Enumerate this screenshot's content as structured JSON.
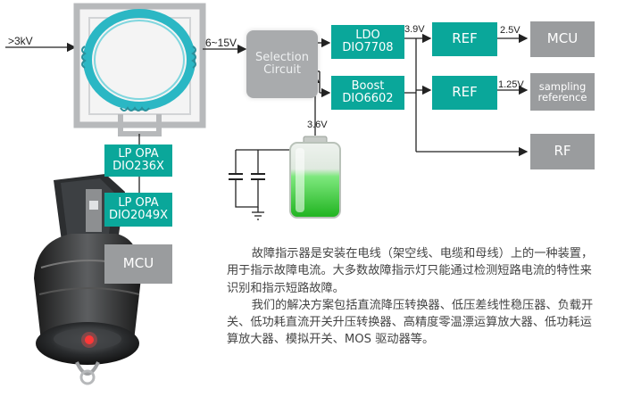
{
  "input_label": ">3kV",
  "voltage_6_15": "6~15V",
  "selection_circuit": {
    "line1": "Selection",
    "line2": "Circuit"
  },
  "ldo": {
    "line1": "LDO",
    "line2": "DIO7708"
  },
  "boost": {
    "line1": "Boost",
    "line2": "DIO6602"
  },
  "voltage_3_9": "3.9V",
  "voltage_2_5": "2.5V",
  "voltage_1_25": "1.25V",
  "voltage_3_6": "3.6V",
  "ref_top": "REF",
  "ref_mid": "REF",
  "mcu_top": "MCU",
  "sampling_reference": {
    "line1": "sampling",
    "line2": "reference"
  },
  "rf": "RF",
  "lp_opa_1": {
    "line1": "LP OPA",
    "line2": "DIO236X"
  },
  "lp_opa_2": {
    "line1": "LP OPA",
    "line2": "DIO2049X"
  },
  "mcu_bottom": "MCU",
  "description": {
    "para1": "故障指示器是安装在电线（架空线、电缆和母线）上的一种装置，用于指示故障电流。大多数故障指示灯只能通过检测短路电流的特性来识别和指示短路故障。",
    "para2": "我们的解决方案包括直流降压转换器、低压差线性稳压器、负载开关、低功耗直流开关升压转换器、高精度零温漂运算放大器、低功耗运算放大器、模拟开关、MOS 驱动器等。"
  },
  "colors": {
    "teal": "#0aa79a",
    "gray_box": "#9a9c9e",
    "selection_box": "#a9abad",
    "ring": "#2bb7c4",
    "battery_green": "#3ccf3c",
    "line": "#222222"
  },
  "icons": [
    "current-transformer-icon",
    "capacitor-icon",
    "battery-icon",
    "ground-icon",
    "fault-indicator-device-icon"
  ]
}
